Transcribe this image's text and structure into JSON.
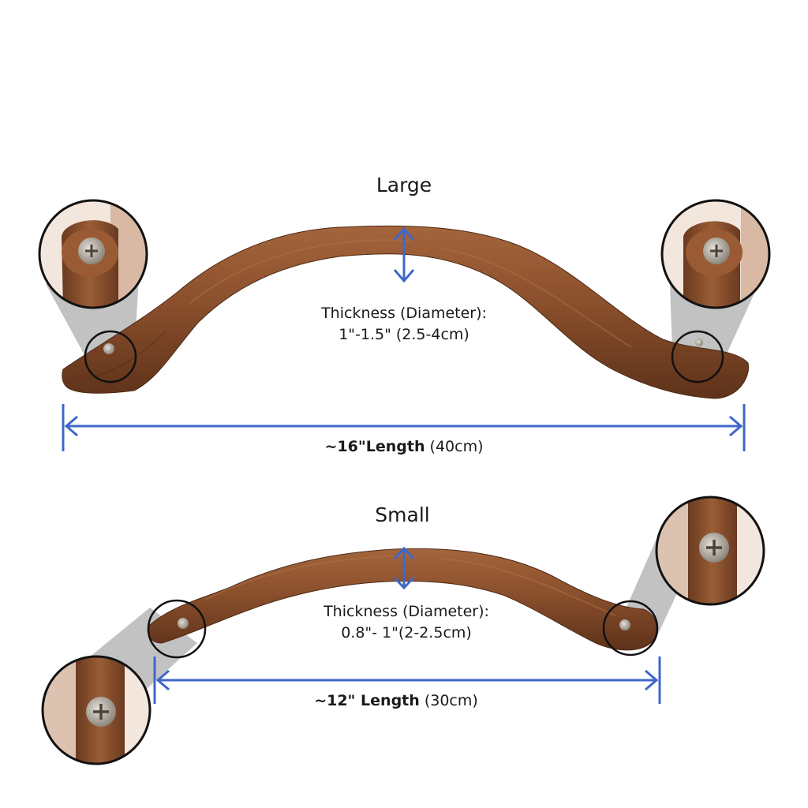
{
  "colors": {
    "wood": "#8a4f2c",
    "wood_dark": "#5e321a",
    "arrow": "#3f67c9",
    "screw": "#b9b3a8"
  },
  "large": {
    "title": "Large",
    "thickness_line1": "Thickness (Diameter):",
    "thickness_line2": "1\"-1.5\" (2.5-4cm)",
    "length_bold": "~16\"Length",
    "length_normal": " (40cm)"
  },
  "small": {
    "title": "Small",
    "thickness_line1": "Thickness (Diameter):",
    "thickness_line2": "0.8\"- 1\"(2-2.5cm)",
    "length_bold": "~12\" Length",
    "length_normal": " (30cm)"
  }
}
